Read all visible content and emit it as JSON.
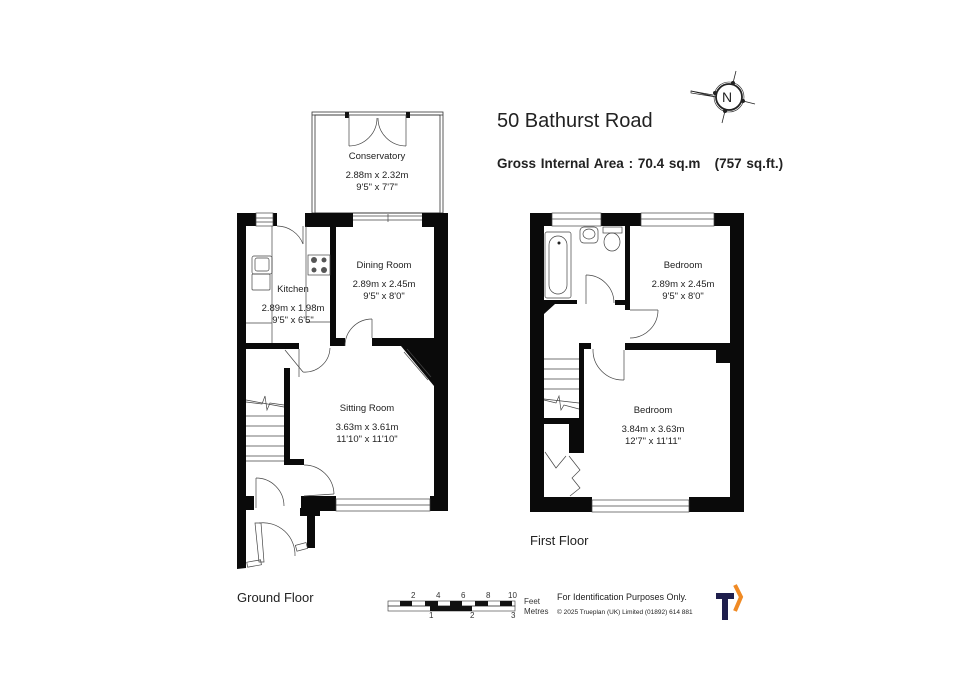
{
  "header": {
    "address": "50 Bathurst Road",
    "gross_internal_area_label": "Gross Internal Area",
    "gross_internal_area_sep": ":",
    "area_sqm": "70.4 sq.m",
    "area_sqft": "(757 sq.ft.)"
  },
  "compass": {
    "icon": "north-compass-icon",
    "letter": "N"
  },
  "ground_floor": {
    "label": "Ground Floor",
    "rooms": [
      {
        "name": "Conservatory",
        "metric": "2.88m  x  2.32m",
        "imperial": "9'5\"  x  7'7\""
      },
      {
        "name": "Kitchen",
        "metric": "2.89m  x  1.98m",
        "imperial": "9'5\"  x  6'5\""
      },
      {
        "name": "Dining Room",
        "metric": "2.89m  x  2.45m",
        "imperial": "9'5\"  x  8'0\""
      },
      {
        "name": "Sitting Room",
        "metric": "3.63m  x  3.61m",
        "imperial": "11'10\"  x  11'10\""
      }
    ]
  },
  "first_floor": {
    "label": "First Floor",
    "rooms": [
      {
        "name": "Bedroom",
        "metric": "2.89m  x  2.45m",
        "imperial": "9'5\"  x  8'0\""
      },
      {
        "name": "Bedroom",
        "metric": "3.84m  x  3.63m",
        "imperial": "12'7\"  x  11'11\""
      }
    ]
  },
  "scale_bar": {
    "feet_ticks": [
      "2",
      "4",
      "6",
      "8",
      "10"
    ],
    "metre_ticks": [
      "1",
      "2",
      "3"
    ],
    "feet_label": "Feet",
    "metres_label": "Metres"
  },
  "footer": {
    "identification": "For Identification Purposes Only.",
    "copyright": "©  2025 Trueplan (UK) Limited  (01892) 614 881",
    "logo": {
      "icon": "trueplan-logo-icon",
      "primary_color": "#1f1f4d",
      "accent_color": "#f08a24"
    }
  }
}
